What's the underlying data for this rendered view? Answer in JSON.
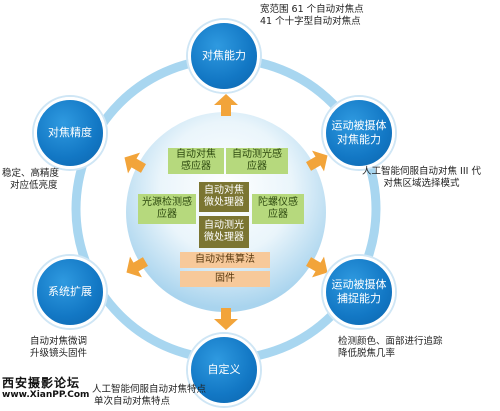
{
  "nodes": {
    "top": "对焦能力",
    "upper_left": "对焦精度",
    "upper_right": "运动被摄体对焦能力",
    "lower_left": "系统扩展",
    "lower_right": "运动被摄体捕捉能力",
    "bottom": "自定义"
  },
  "notes": {
    "top_line1": "宽范围 61 个自动对焦点",
    "top_line2": "41 个十字型自动对焦点",
    "upper_left_line1": "稳定、高精度",
    "upper_left_line2": "对应低亮度",
    "upper_right_line1": "人工智能伺服自动对焦 III 代",
    "upper_right_line2": "对焦区域选择模式",
    "lower_left_line1": "自动对焦微调",
    "lower_left_line2": "升级镜头固件",
    "lower_right_line1": "检测颜色、面部进行追踪",
    "lower_right_line2": "降低脱焦几率",
    "bottom_line1": "人工智能伺服自动对焦特点",
    "bottom_line2": "单次自动对焦特点"
  },
  "center": {
    "af_sensor": "自动对焦感应器",
    "ae_sensor": "自动测光感应器",
    "light_sensor": "光源检测感应器",
    "gyro_sensor": "陀螺仪感应器",
    "af_processor": "自动对焦微处理器",
    "ae_processor": "自动测光微处理器",
    "algorithm": "自动对焦算法",
    "firmware": "固件"
  },
  "watermark": {
    "line1": "西安摄影论坛",
    "line2": "www.XianPP.Com"
  },
  "colors": {
    "node_blue": "#1277c4",
    "ring": "#a8d6f0",
    "arrow": "#f2a43a",
    "green_box": "#b6d97d",
    "olive_box": "#7b7532",
    "peach_box": "#f7c99a"
  }
}
